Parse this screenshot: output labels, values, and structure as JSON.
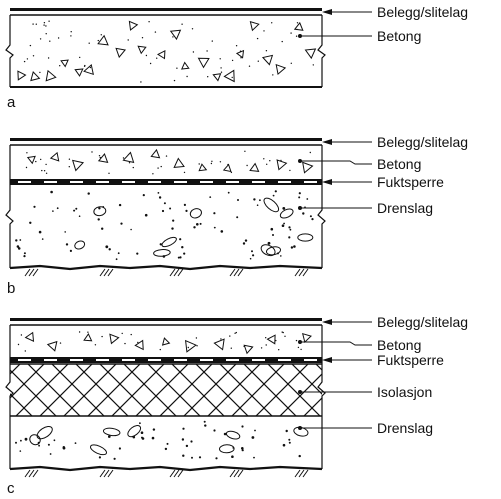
{
  "panels": [
    {
      "id": "a",
      "letter": "a",
      "labels": [
        "Belegg/slitelag",
        "Betong"
      ]
    },
    {
      "id": "b",
      "letter": "b",
      "labels": [
        "Belegg/slitelag",
        "Betong",
        "Fuktsperre",
        "Drenslag"
      ]
    },
    {
      "id": "c",
      "letter": "c",
      "labels": [
        "Belegg/slitelag",
        "Betong",
        "Fuktsperre",
        "Isolasjon",
        "Drenslag"
      ]
    }
  ]
}
